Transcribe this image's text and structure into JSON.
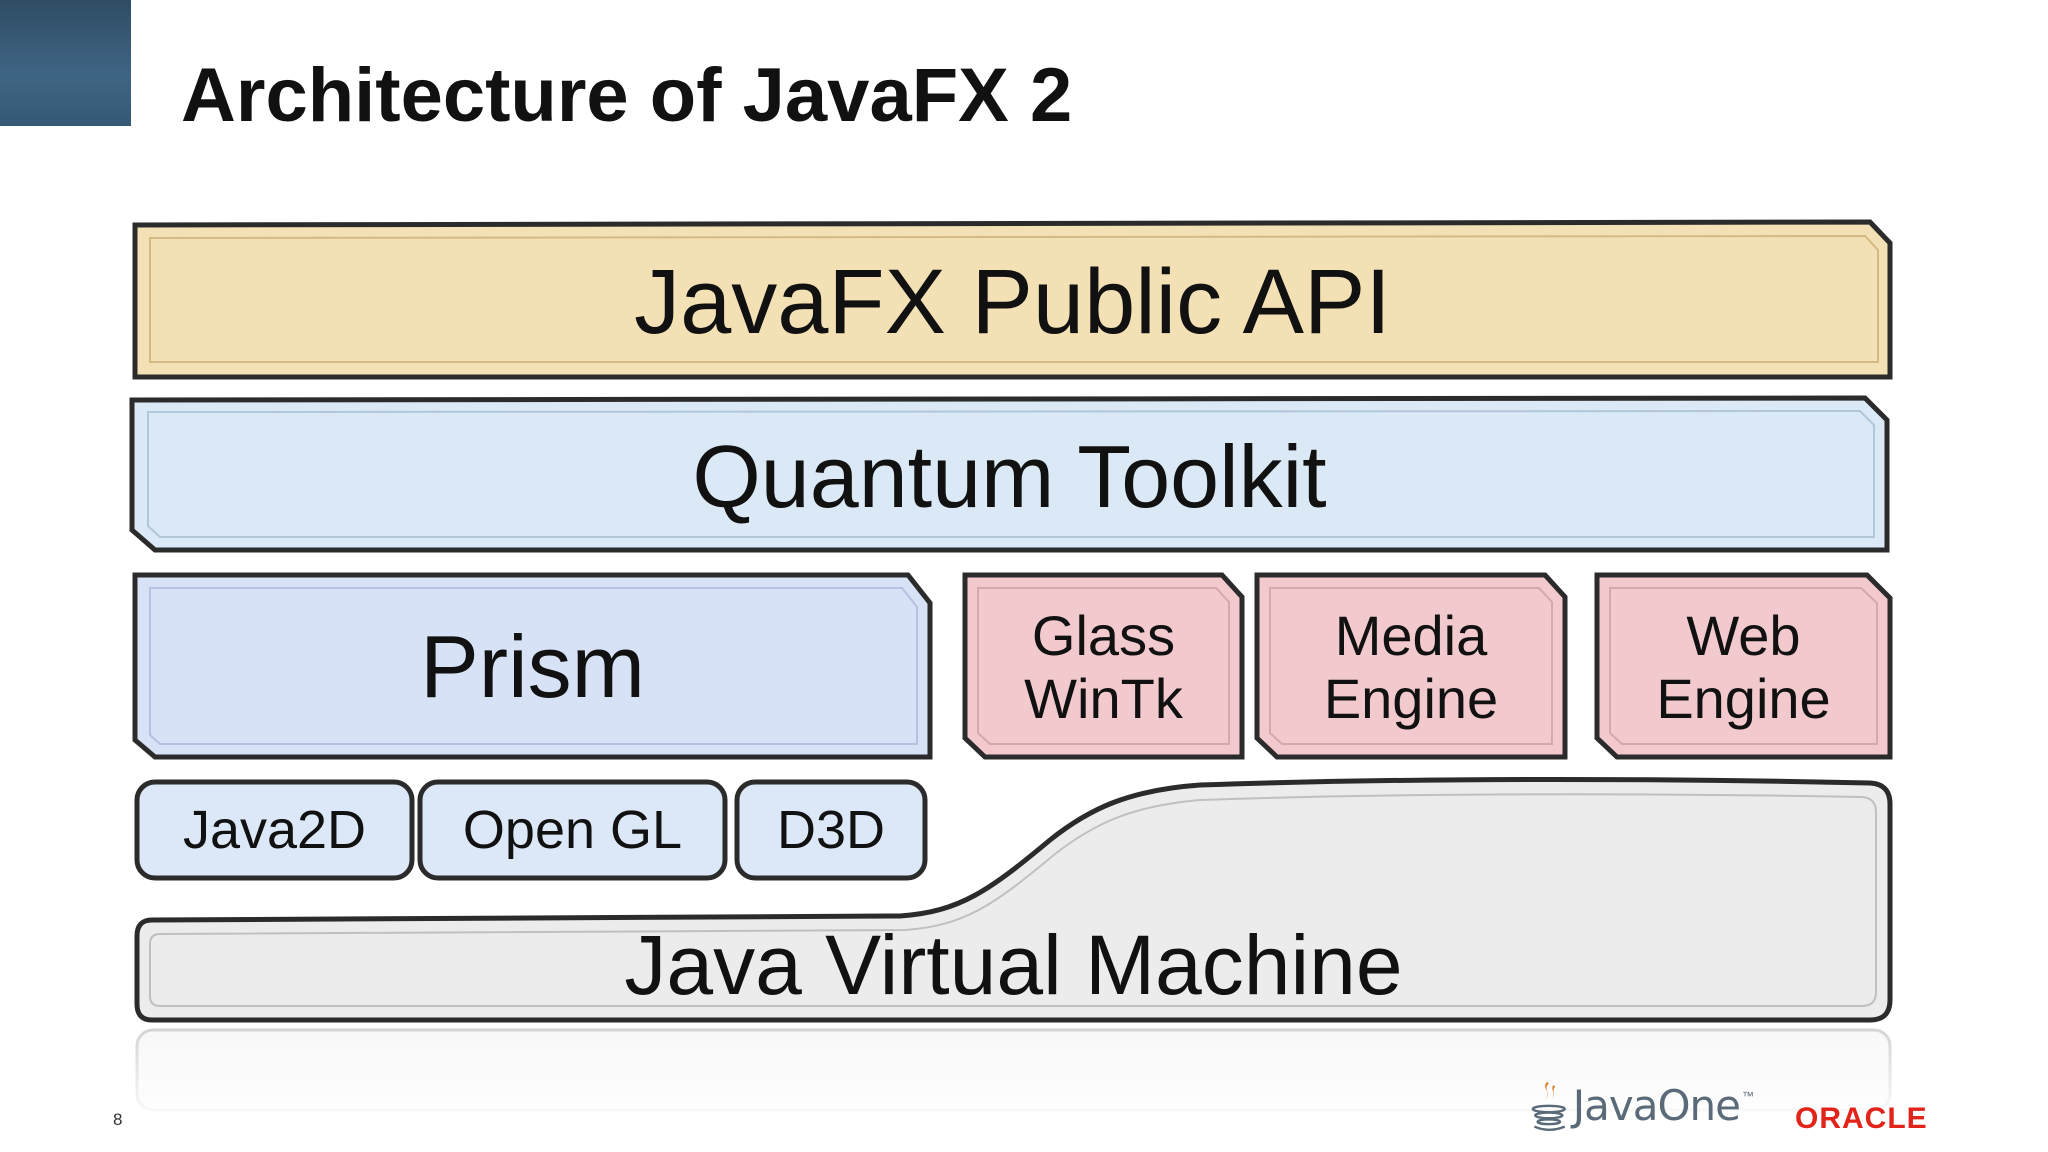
{
  "slide": {
    "title": "Architecture of JavaFX 2",
    "page_number": "8"
  },
  "layers": {
    "public_api": "JavaFX Public API",
    "quantum_toolkit": "Quantum Toolkit",
    "prism": "Prism",
    "glass": "Glass\nWinTk",
    "media": "Media\nEngine",
    "web": "Web\nEngine",
    "java2d": "Java2D",
    "opengl": "Open GL",
    "d3d": "D3D",
    "jvm": "Java Virtual Machine"
  },
  "colors": {
    "public_api_fill": "#f3e0b4",
    "toolkit_fill": "#dbe9f6",
    "prism_fill": "#d8e2f6",
    "native_fill": "#f2c9cc",
    "pipeline_fill": "#dce8f8",
    "jvm_fill": "#ededed",
    "outline": "#2b2b2b"
  },
  "logos": {
    "javaone": "JavaOne",
    "oracle": "ORACLE",
    "java_icon": "java-coffee-cup-icon"
  }
}
